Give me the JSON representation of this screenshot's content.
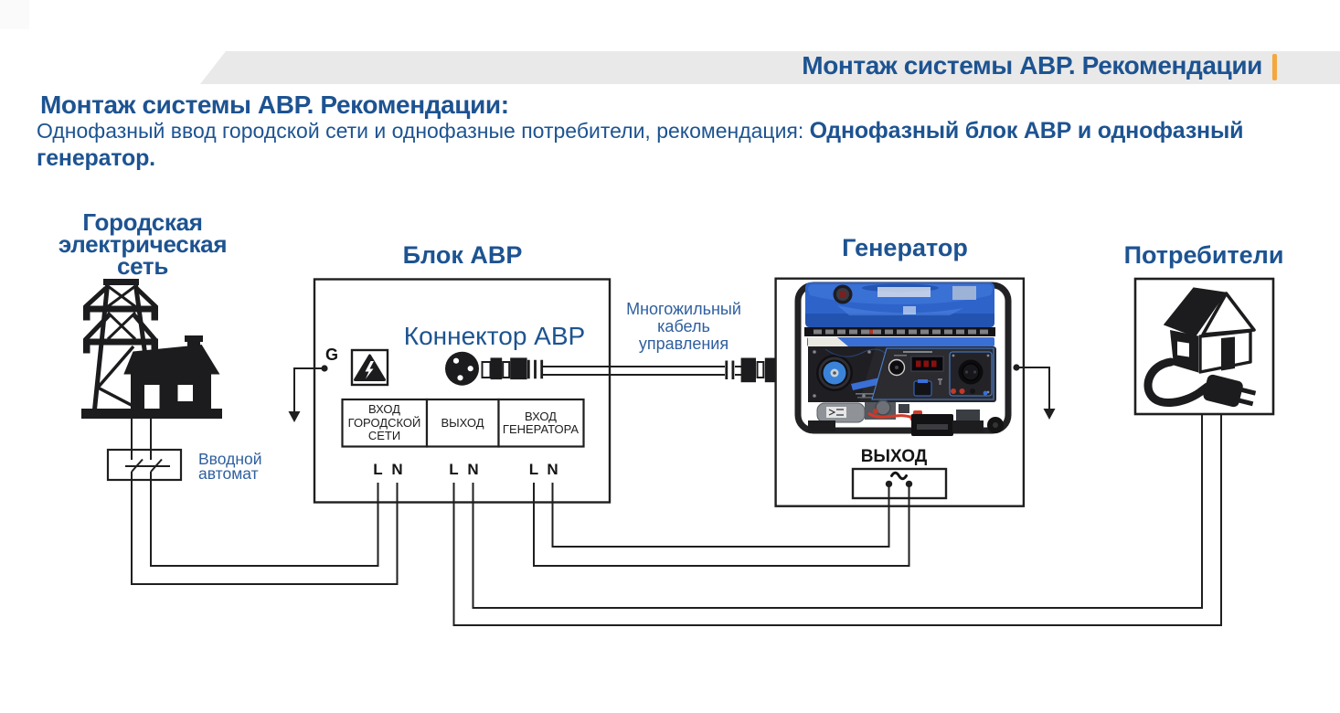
{
  "colors": {
    "heading_blue": "#1d5391",
    "label_blue": "#2e5f9f",
    "banner_gray": "#e9e9e9",
    "accent_orange": "#f5a73b",
    "diagram_ink": "#1f1f1f"
  },
  "banner": {
    "title": "Монтаж системы АВР. Рекомендации"
  },
  "heading": {
    "title": "Монтаж системы АВР. Рекомендации:"
  },
  "intro": {
    "text": "Однофазный ввод городской сети и однофазные потребители, рекомендация: ",
    "highlight": "Однофазный блок АВР и однофазный генератор."
  },
  "diagram": {
    "city_grid": {
      "label": "Городская\nэлектрическая\nсеть"
    },
    "input_breaker": {
      "label": "Вводной\nавтомат"
    },
    "ats": {
      "title": "Блок АВР",
      "connector_label": "Коннектор АВР",
      "ground_terminal": "G",
      "ports": [
        {
          "label": "ВХОД\nГОРОДСКОЙ\nСЕТИ"
        },
        {
          "label": "ВЫХОД"
        },
        {
          "label": "ВХОД\nГЕНЕРАТОРА"
        }
      ],
      "terminals": [
        "L",
        "N",
        "L",
        "N",
        "L",
        "N"
      ]
    },
    "control_cable": {
      "label": "Многожильный\nкабель\nуправления"
    },
    "generator": {
      "title": "Генератор",
      "output_label": "ВЫХОД",
      "ac_symbol": "~"
    },
    "consumers": {
      "title": "Потребители"
    }
  }
}
